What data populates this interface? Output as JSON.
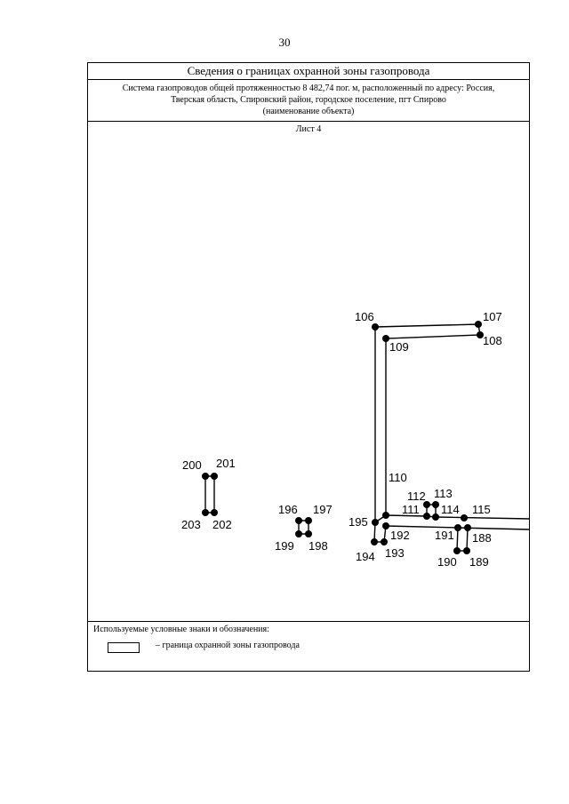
{
  "page": {
    "number": "30"
  },
  "header": {
    "title": "Сведения о границах охранной зоны газопровода",
    "object_line_1": "Система газопроводов общей протяженностью 8 482,74 пог. м, расположенный по адресу: Россия,",
    "object_line_2": "Тверская область, Спировский район, городское поселение, пгт Спирово",
    "object_caption": "(наименование объекта)"
  },
  "sheet": {
    "label": "Лист 4"
  },
  "points": {
    "p106": "106",
    "p107": "107",
    "p108": "108",
    "p109": "109",
    "p110": "110",
    "p111": "111",
    "p112": "112",
    "p113": "113",
    "p114": "114",
    "p115": "115",
    "p188": "188",
    "p189": "189",
    "p190": "190",
    "p191": "191",
    "p192": "192",
    "p193": "193",
    "p194": "194",
    "p195": "195",
    "p196": "196",
    "p197": "197",
    "p198": "198",
    "p199": "199",
    "p200": "200",
    "p201": "201",
    "p202": "202",
    "p203": "203"
  },
  "legend": {
    "title": "Используемые условные знаки и обозначения:",
    "item_text": "– граница охранной зоны газопровода"
  }
}
